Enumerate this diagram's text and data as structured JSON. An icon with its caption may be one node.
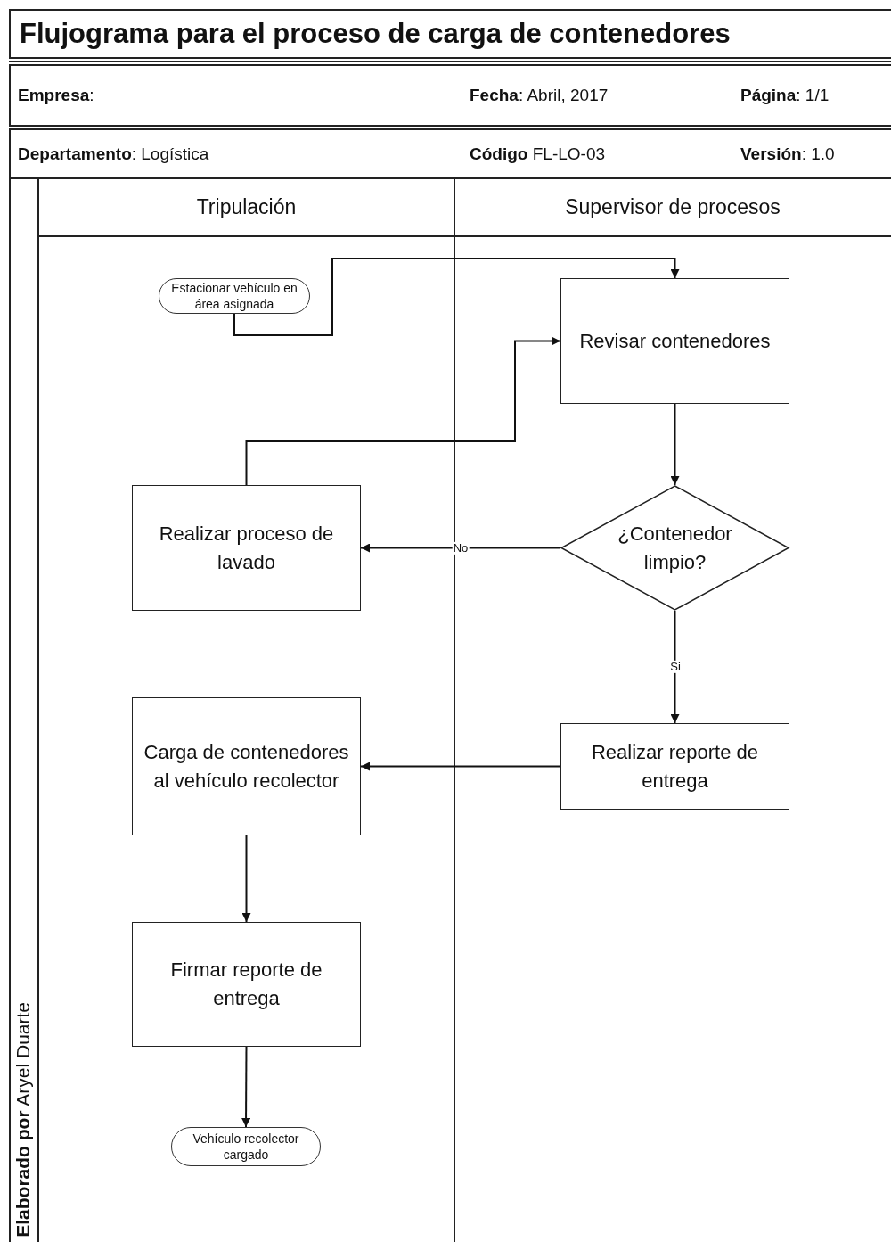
{
  "diagram": {
    "title": "Flujograma para el proceso de carga de contenedores",
    "nodes": [
      {
        "text": [
          "Tripulación"
        ]
      },
      {
        "text": [
          "Supervisor de procesos"
        ]
      },
      {
        "text": [
          "Estacionar vehículo en área asignada"
        ],
        "in": 0
      },
      {
        "text": [
          "Revisar contenedores"
        ],
        "in": 1
      },
      {
        "text": [
          "Realizar proceso de lavado"
        ],
        "in": 0
      },
      {
        "text": [
          "¿Contenedor limpio?"
        ],
        "in": 1
      },
      {
        "text": [
          "Carga de contenedores al vehículo recolector"
        ],
        "in": 0
      },
      {
        "text": [
          "Realizar reporte de entrega"
        ],
        "in": 1
      },
      {
        "text": [
          "Firmar reporte de entrega"
        ],
        "in": 0
      },
      {
        "text": [
          "Vehículo recolector cargado"
        ],
        "in": 0
      }
    ],
    "edges": [
      {
        "from": 2,
        "to": 3,
        "arrow": "to"
      },
      {
        "from": 4,
        "to": 3,
        "arrow": "to"
      },
      {
        "from": 3,
        "to": 5,
        "arrow": "to"
      },
      {
        "from": 5,
        "to": 4,
        "arrow": "to",
        "label": "No"
      },
      {
        "from": 5,
        "to": 7,
        "arrow": "to",
        "label": "Si"
      },
      {
        "from": 7,
        "to": 6,
        "arrow": "to"
      },
      {
        "from": 6,
        "to": 8,
        "arrow": "to"
      },
      {
        "from": 8,
        "to": 9,
        "arrow": "to"
      }
    ],
    "labels": [
      "**Empresa**:",
      "**Fecha**: Abril, 2017",
      "**Página**: 1/1",
      "**Departamento**: Logística",
      "**Código** FL-LO-03",
      "**Versión**: 1.0",
      "**Elaborado por** Aryel Duarte"
    ]
  }
}
